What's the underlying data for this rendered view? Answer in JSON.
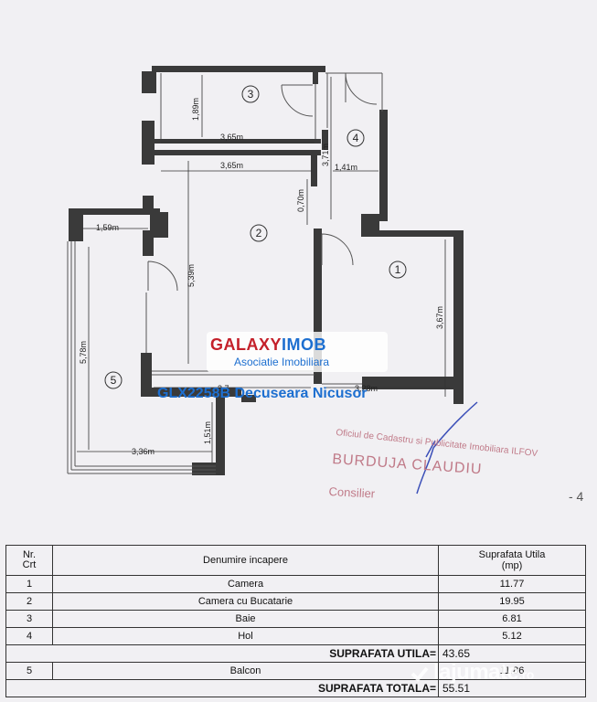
{
  "plan": {
    "rooms": [
      {
        "number": "1"
      },
      {
        "number": "2"
      },
      {
        "number": "3"
      },
      {
        "number": "4"
      },
      {
        "number": "5"
      }
    ],
    "dimensions": [
      "1,89m",
      "3,65m",
      "3,65m",
      "3,71m",
      "1,41m",
      "0,70m",
      "1,59m",
      "5,39m",
      "5,78m",
      "3,67m",
      "3,28m",
      "3,7",
      "3,36m",
      "1,51m"
    ]
  },
  "branding": {
    "logo_main": "GALAXY",
    "logo_highlight": "IMOB",
    "tagline": "Asociatie Imobiliara",
    "listing": "GLX2258B Decuseara Nicusor"
  },
  "stamp": {
    "office": "Oficiul de Cadastru si Publicitate Imobiliara ILFOV",
    "name": "BURDUJA CLAUDIU",
    "role": "Consilier"
  },
  "page_mark": "- 4",
  "table": {
    "header": {
      "nr": "Nr.\nCrt",
      "name": "Denumire incapere",
      "area": "Suprafata Utila\n(mp)"
    },
    "rows": [
      {
        "nr": "1",
        "name": "Camera",
        "area": "11.77"
      },
      {
        "nr": "2",
        "name": "Camera cu Bucatarie",
        "area": "19.95"
      },
      {
        "nr": "3",
        "name": "Baie",
        "area": "6.81"
      },
      {
        "nr": "4",
        "name": "Hol",
        "area": "5.12"
      }
    ],
    "subtotal": {
      "label": "SUPRAFATA UTILA=",
      "value": "43.65"
    },
    "balcony": {
      "nr": "5",
      "name": "Balcon",
      "area": "11.86"
    },
    "total": {
      "label": "SUPRAFATA TOTALA=",
      "value": "55.51"
    }
  },
  "watermark": {
    "text": "lajumate",
    "tld": ".ro"
  }
}
